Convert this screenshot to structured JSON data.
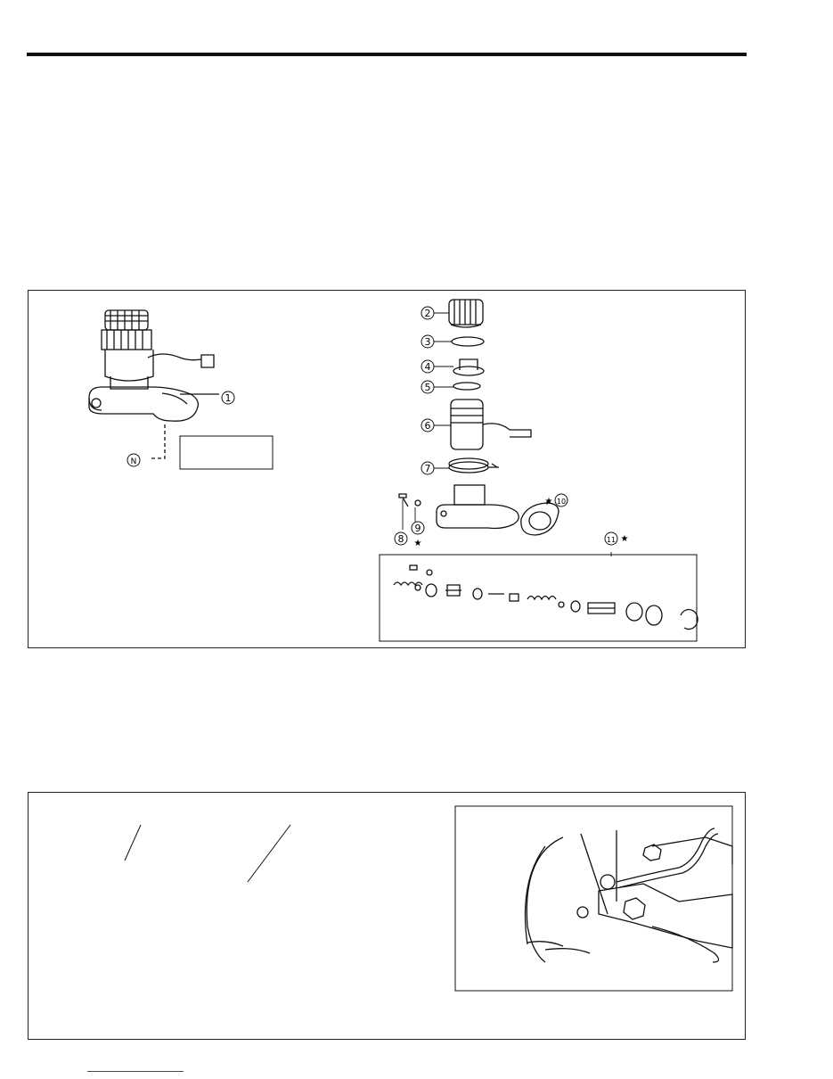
{
  "diagram_top": {
    "callouts": [
      "1",
      "2",
      "3",
      "4",
      "5",
      "6",
      "7",
      "8",
      "9",
      "10",
      "11",
      "N"
    ],
    "star_marks": [
      "★",
      "★",
      "★"
    ]
  },
  "footer": {
    "link_text": ""
  }
}
